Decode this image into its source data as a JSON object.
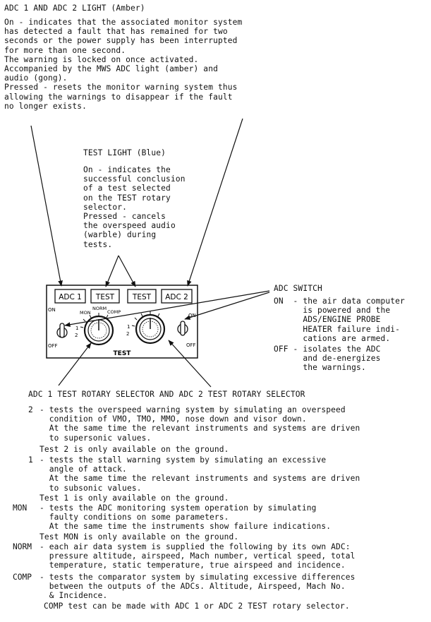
{
  "adc_light": {
    "heading": "ADC 1 AND ADC 2 LIGHT (Amber)",
    "lines": [
      "On - indicates that the associated monitor system",
      "has detected a fault that has remained for two",
      "seconds or the power supply has been interrupted",
      "for more than one second.",
      "The warning is locked on once activated.",
      "Accompanied by the MWS ADC light (amber) and",
      "audio (gong).",
      "Pressed - resets the monitor warning system thus",
      "allowing the warnings to disappear if the fault",
      "no longer exists."
    ]
  },
  "test_light": {
    "heading": "TEST LIGHT (Blue)",
    "lines": [
      "On - indicates the",
      "successful conclusion",
      "of a test selected",
      "on the TEST rotary",
      "selector.",
      "Pressed - cancels",
      "the overspeed audio",
      "(warble) during",
      "tests."
    ]
  },
  "adc_switch": {
    "heading": "ADC SWITCH",
    "on_lines": [
      "ON  - the air data computer",
      "      is powered and the",
      "      ADS/ENGINE PROBE",
      "      HEATER failure indi-",
      "      cations are armed."
    ],
    "off_lines": [
      "OFF - isolates the ADC",
      "      and de-energizes",
      "      the warnings."
    ]
  },
  "panel": {
    "adc1_button": "ADC 1",
    "test1_button": "TEST",
    "test2_button": "TEST",
    "adc2_button": "ADC 2",
    "on_label": "ON",
    "off_label": "OFF",
    "on_label_right": "ON",
    "off_label_right": "OFF",
    "panel_title": "TEST",
    "sel1_mon": "MON",
    "sel1_norm": "NORM",
    "sel1_comp": "COMP",
    "sel1_pos1": "1",
    "sel1_pos2": "2",
    "sel2_pos1": "1",
    "sel2_pos2": "2"
  },
  "rotary": {
    "heading": "ADC 1 TEST ROTARY SELECTOR AND ADC 2 TEST ROTARY SELECTOR",
    "items": [
      {
        "term": "2",
        "lines": [
          "- tests the overspeed warning system by simulating an overspeed",
          "  condition of VMO, TMO, MMO, nose down and visor down.",
          "  At the same time the relevant instruments and systems are driven",
          "  to supersonic values."
        ],
        "note": "Test 2 is only available on the ground."
      },
      {
        "term": "1",
        "lines": [
          "- tests the stall warning system by simulating an excessive",
          "  angle of attack.",
          "  At the same time the relevant instruments and systems are driven",
          "  to subsonic values."
        ],
        "note": "Test 1 is only available on the ground."
      },
      {
        "term": "MON",
        "lines": [
          "- tests the ADC monitoring system operation by simulating",
          "  faulty conditions on some parameters.",
          "  At the same time the instruments show failure indications."
        ],
        "note": "Test MON is only available on the ground."
      },
      {
        "term": "NORM",
        "lines": [
          "- each air data system is supplied the following by its own ADC:",
          "  pressure altitude, airspeed, Mach number, vertical speed, total",
          "  temperature, static temperature, true airspeed and incidence."
        ],
        "note": ""
      },
      {
        "term": "COMP",
        "lines": [
          "- tests the comparator system by simulating excessive differences",
          "  between the outputs of the ADCs. Altitude, Airspeed, Mach No.",
          "  & Incidence."
        ],
        "note": "COMP test can be made with ADC 1 or ADC 2 TEST rotary selector."
      }
    ]
  }
}
